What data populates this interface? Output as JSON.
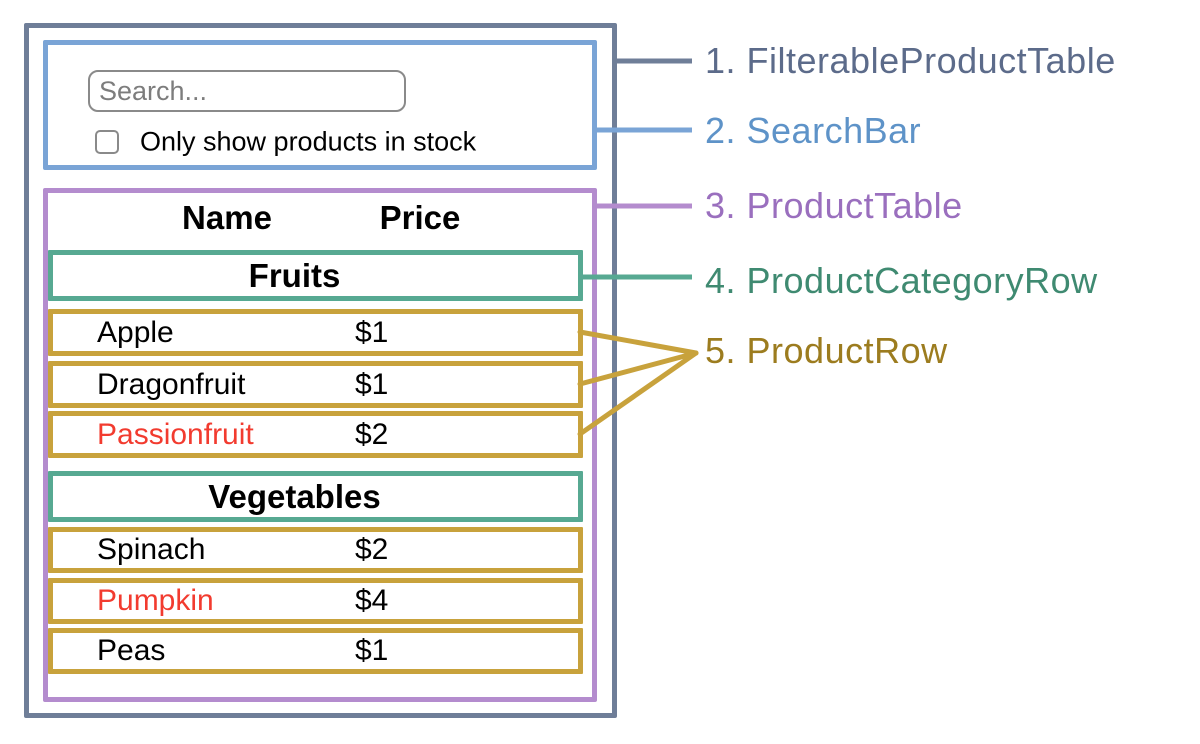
{
  "search_bar": {
    "placeholder": "Search...",
    "checkbox_label": "Only show products in stock",
    "checkbox_checked": false
  },
  "product_table": {
    "name_header": "Name",
    "price_header": "Price",
    "sections": [
      {
        "category": "Fruits",
        "rows": [
          {
            "name": "Apple",
            "price": "$1",
            "name_color": "#000000"
          },
          {
            "name": "Dragonfruit",
            "price": "$1",
            "name_color": "#000000"
          },
          {
            "name": "Passionfruit",
            "price": "$2",
            "name_color": "#f23b2f"
          }
        ]
      },
      {
        "category": "Vegetables",
        "rows": [
          {
            "name": "Spinach",
            "price": "$2",
            "name_color": "#000000"
          },
          {
            "name": "Pumpkin",
            "price": "$4",
            "name_color": "#f23b2f"
          },
          {
            "name": "Peas",
            "price": "$1",
            "name_color": "#000000"
          }
        ]
      }
    ]
  },
  "legend": [
    {
      "label": "1. FilterableProductTable",
      "color": "#5c6b8a"
    },
    {
      "label": "2. SearchBar",
      "color": "#5e93c8"
    },
    {
      "label": "3. ProductTable",
      "color": "#9a6fbe"
    },
    {
      "label": "4. ProductCategoryRow",
      "color": "#3f8a71"
    },
    {
      "label": "5. ProductRow",
      "color": "#9c7c1f"
    }
  ],
  "colors": {
    "filterable_product_table_border": "#6f7e98",
    "search_bar_border": "#7aa4d6",
    "product_table_border": "#b48cce",
    "product_category_row_border": "#57a992",
    "product_row_border": "#c8a23c",
    "out_of_stock_text": "#f23b2f"
  }
}
